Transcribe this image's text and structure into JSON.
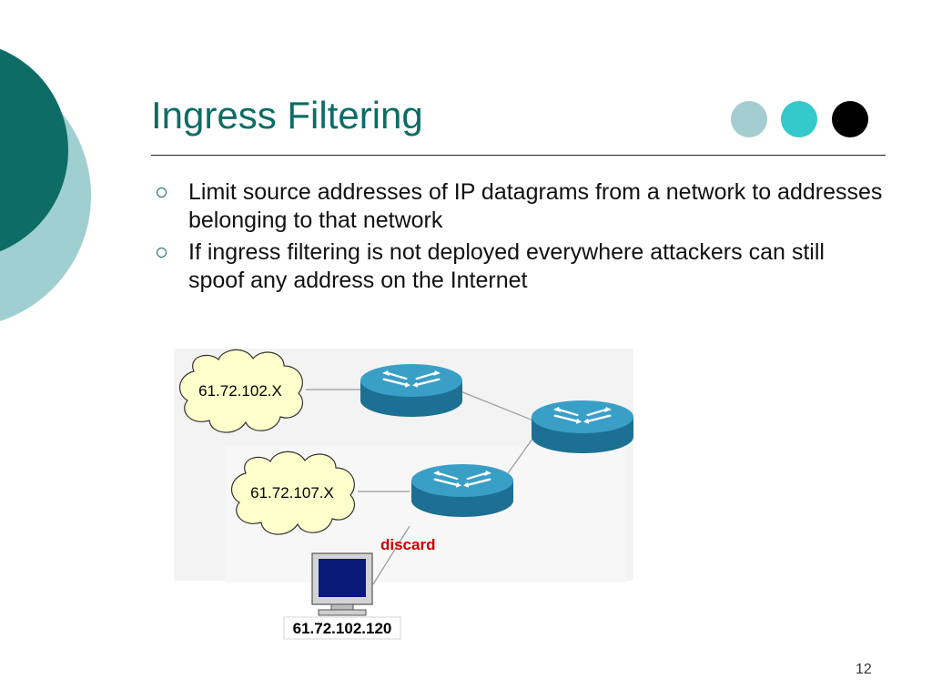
{
  "slide": {
    "title": "Ingress Filtering",
    "page_number": "12",
    "bullets": [
      "Limit source addresses of IP datagrams from a network to addresses belonging to that network",
      "If ingress filtering is not deployed everywhere attackers can still spoof any address on the Internet"
    ]
  },
  "theme": {
    "dark_teal": "#0e6c66",
    "light_teal": "#9fcfd0",
    "dot_colors": [
      "#a3cdd0",
      "#35c9cc",
      "#000000"
    ]
  },
  "diagram": {
    "cloud_labels": [
      "61.72.102.X",
      "61.72.107.X"
    ],
    "discard_label": "discard",
    "host_label": "61.72.102.120",
    "colors": {
      "cloud_fill": "#ffffcc",
      "router_fill": "#2a8fb5",
      "discard_text": "#cc0000"
    }
  }
}
